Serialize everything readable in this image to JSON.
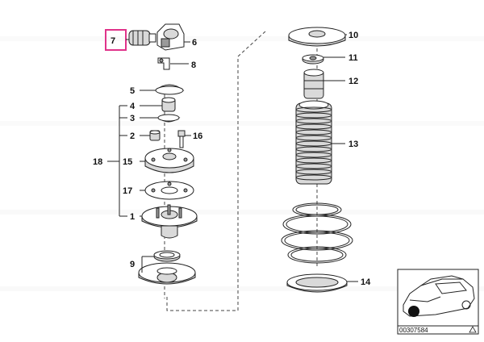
{
  "labels": {
    "p1": "1",
    "p2": "2",
    "p3": "3",
    "p4": "4",
    "p5": "5",
    "p6": "6",
    "p7": "7",
    "p8": "8",
    "p9": "9",
    "p10": "10",
    "p11": "11",
    "p12": "12",
    "p13": "13",
    "p14": "14",
    "p15": "15",
    "p16": "16",
    "p17": "17",
    "p18": "18"
  },
  "highlighted_part": "7",
  "thumbnail": {
    "code": "00307584"
  },
  "colors": {
    "highlight": "#e0338a",
    "line": "#222222",
    "shade": "#d9d9d9"
  }
}
